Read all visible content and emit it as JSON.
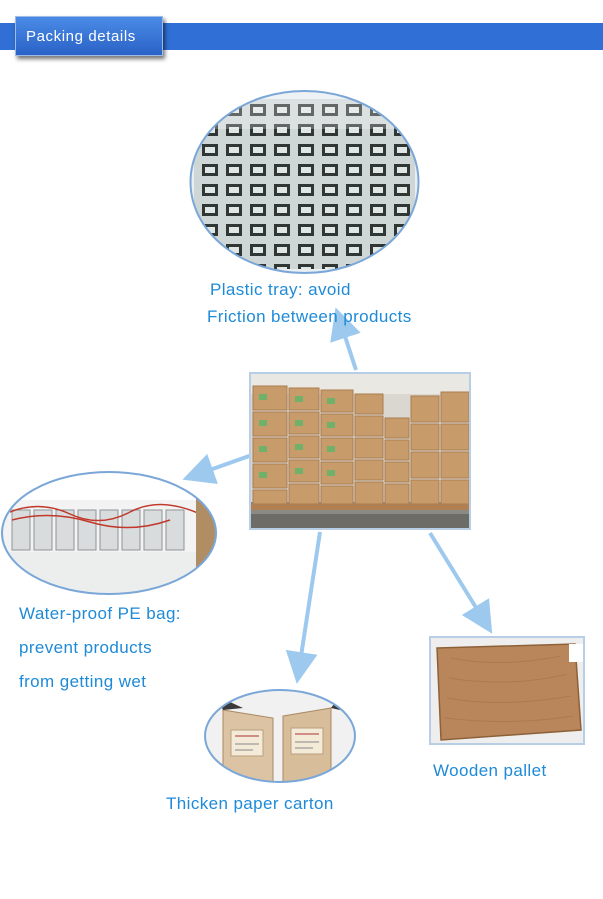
{
  "header": {
    "title": "Packing details"
  },
  "captions": {
    "tray_line1": "Plastic tray:  avoid",
    "tray_line2": "Friction between products",
    "bag_line1": "Water-proof PE bag:",
    "bag_line2": "prevent products",
    "bag_line3": "from getting wet",
    "carton": "Thicken paper carton",
    "pallet": "Wooden pallet"
  },
  "colors": {
    "header_blue": "#2f6fd6",
    "caption_blue": "#1e8ad8",
    "arrow_blue": "#9ec9ee"
  }
}
